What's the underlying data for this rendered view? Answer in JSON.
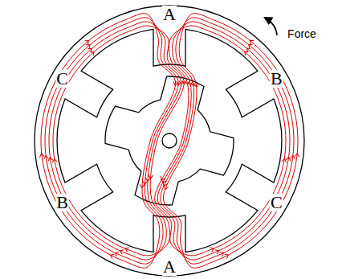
{
  "diagram": {
    "labels": [
      "A",
      "B",
      "C",
      "A",
      "B",
      "C",
      "Force"
    ]
  }
}
